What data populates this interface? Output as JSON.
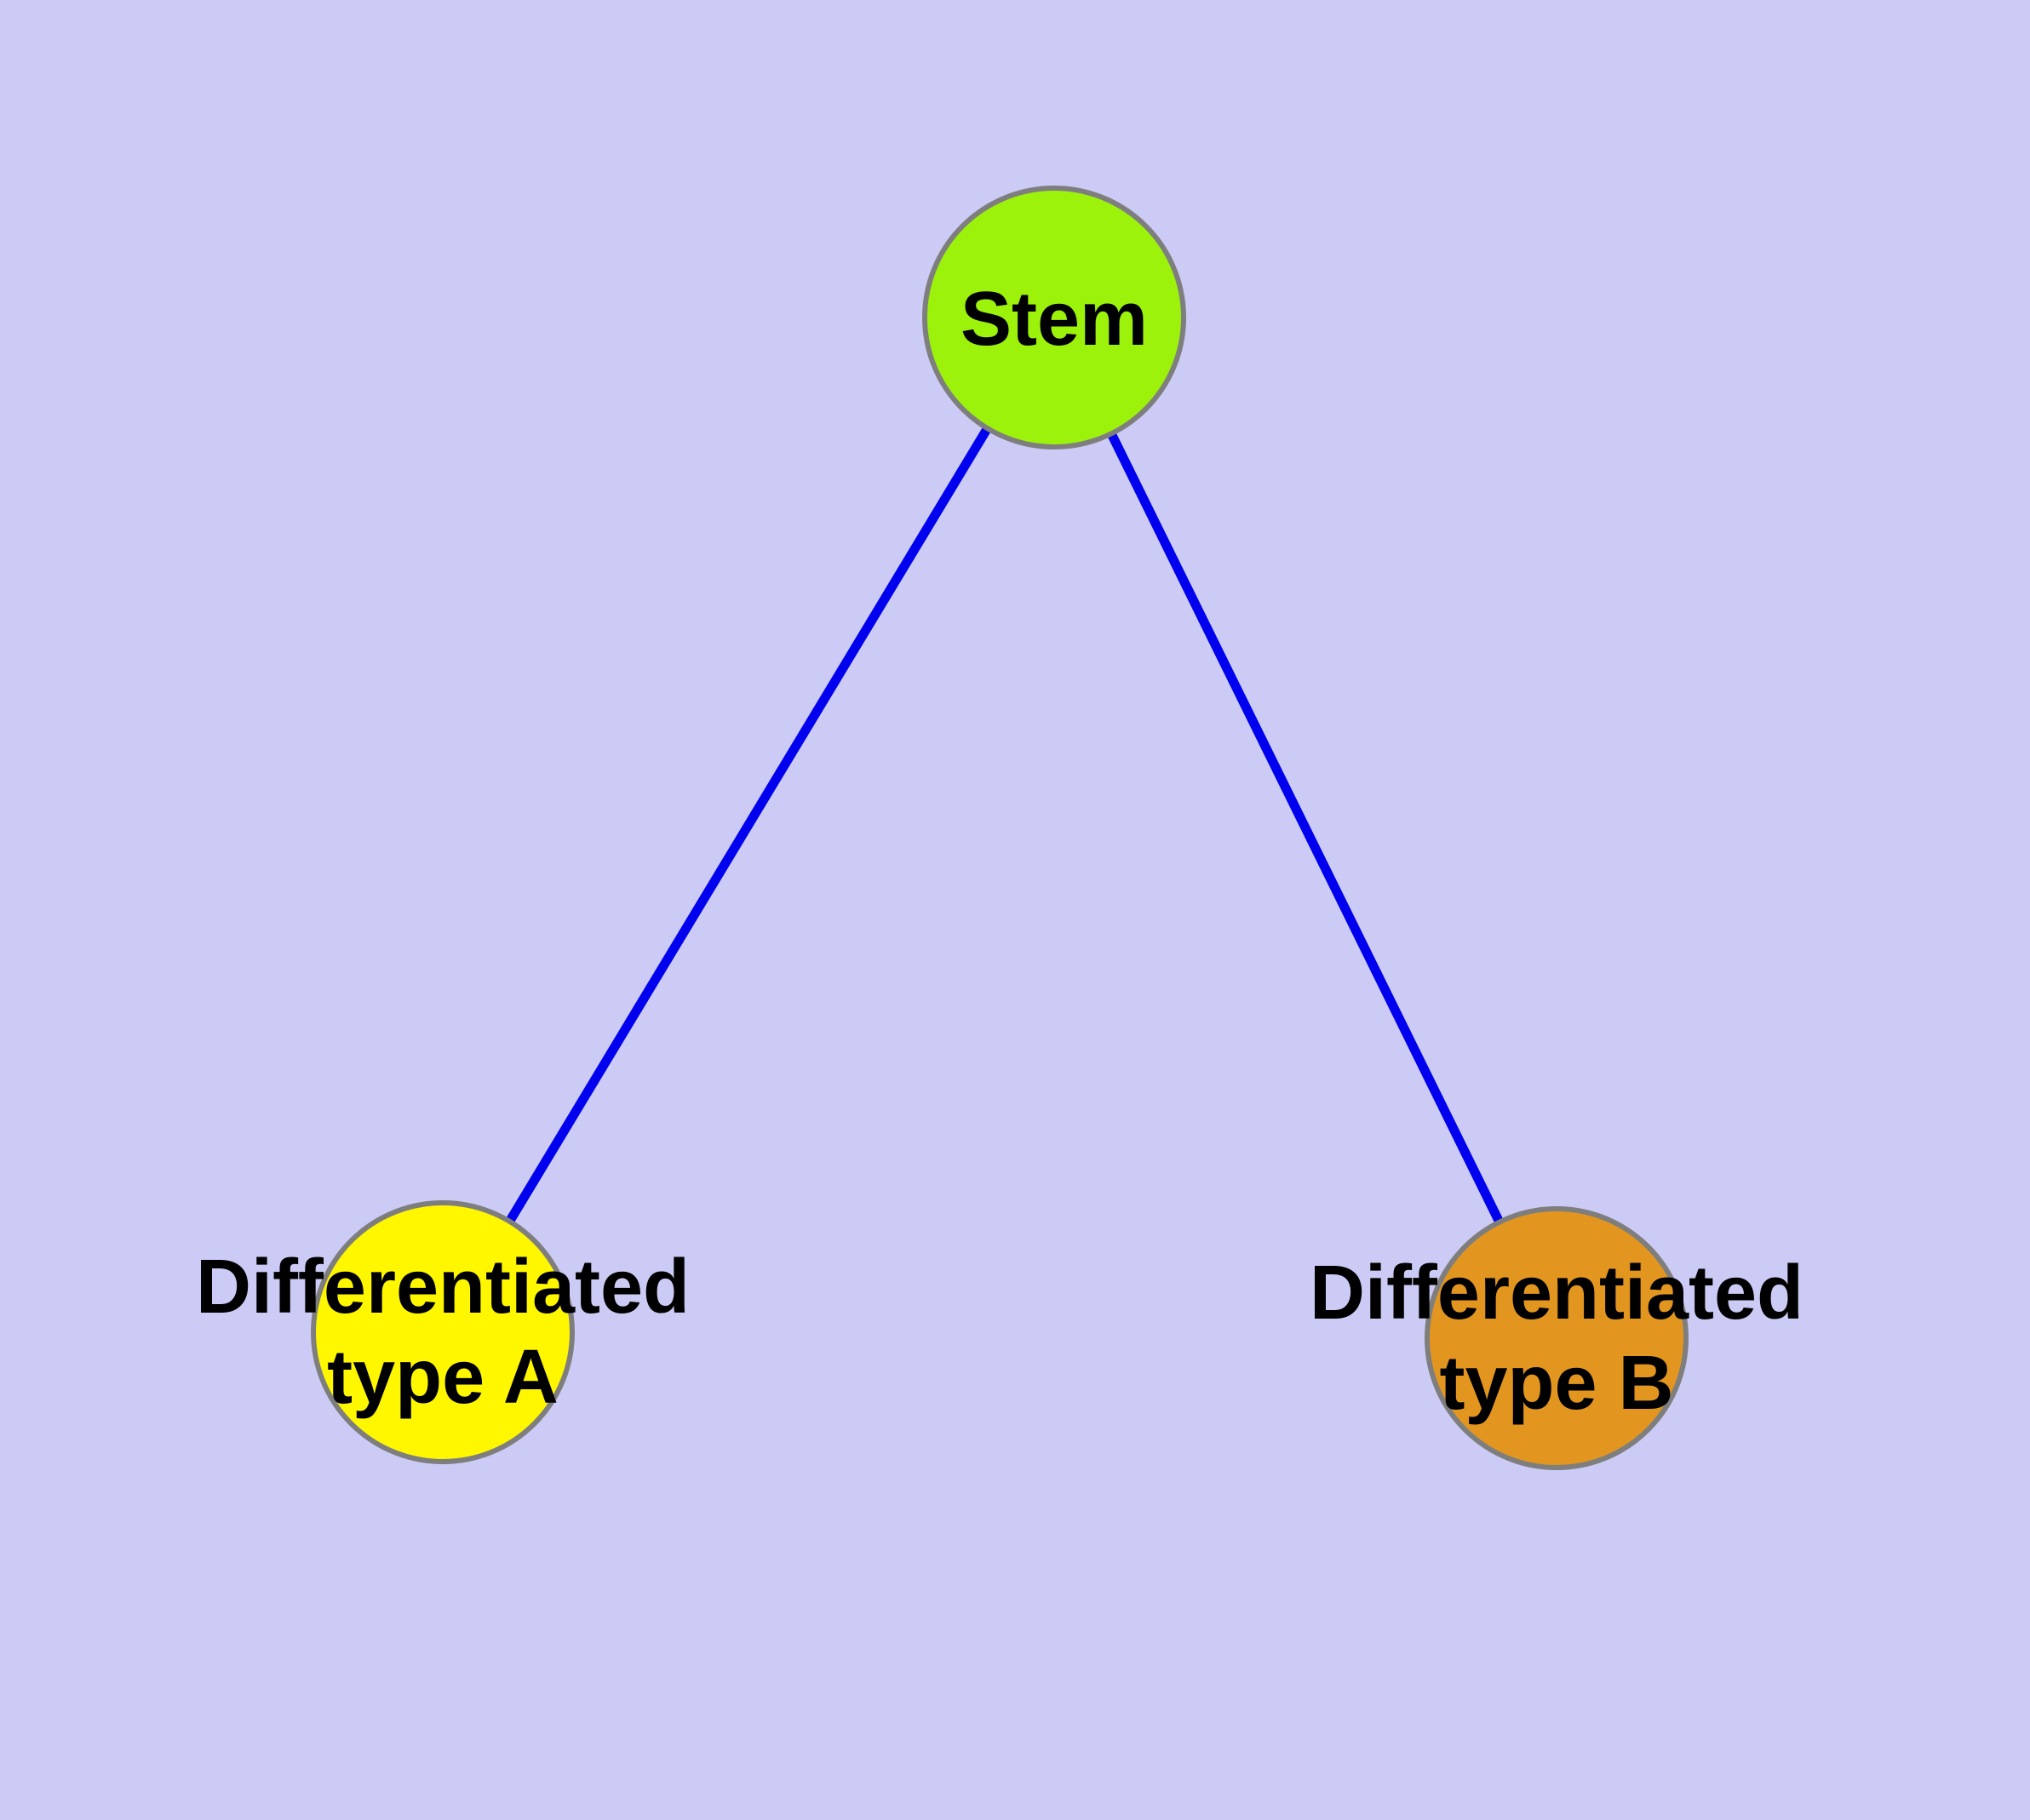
{
  "colors": {
    "background": "#CBCBF5",
    "edge": "#0000EE",
    "node_border": "#7E7E7E",
    "label_text": "#000000"
  },
  "nodes": {
    "stem": {
      "label": "Stem",
      "fill": "#9DF20C"
    },
    "type_a": {
      "label_line1": "Differentiated",
      "label_line2": "type A",
      "fill": "#FFF700"
    },
    "type_b": {
      "label_line1": "Differentiated",
      "label_line2": "type B",
      "fill": "#E2961F"
    }
  },
  "edges": [
    {
      "from": "stem",
      "to": "type_a"
    },
    {
      "from": "stem",
      "to": "type_b"
    }
  ]
}
